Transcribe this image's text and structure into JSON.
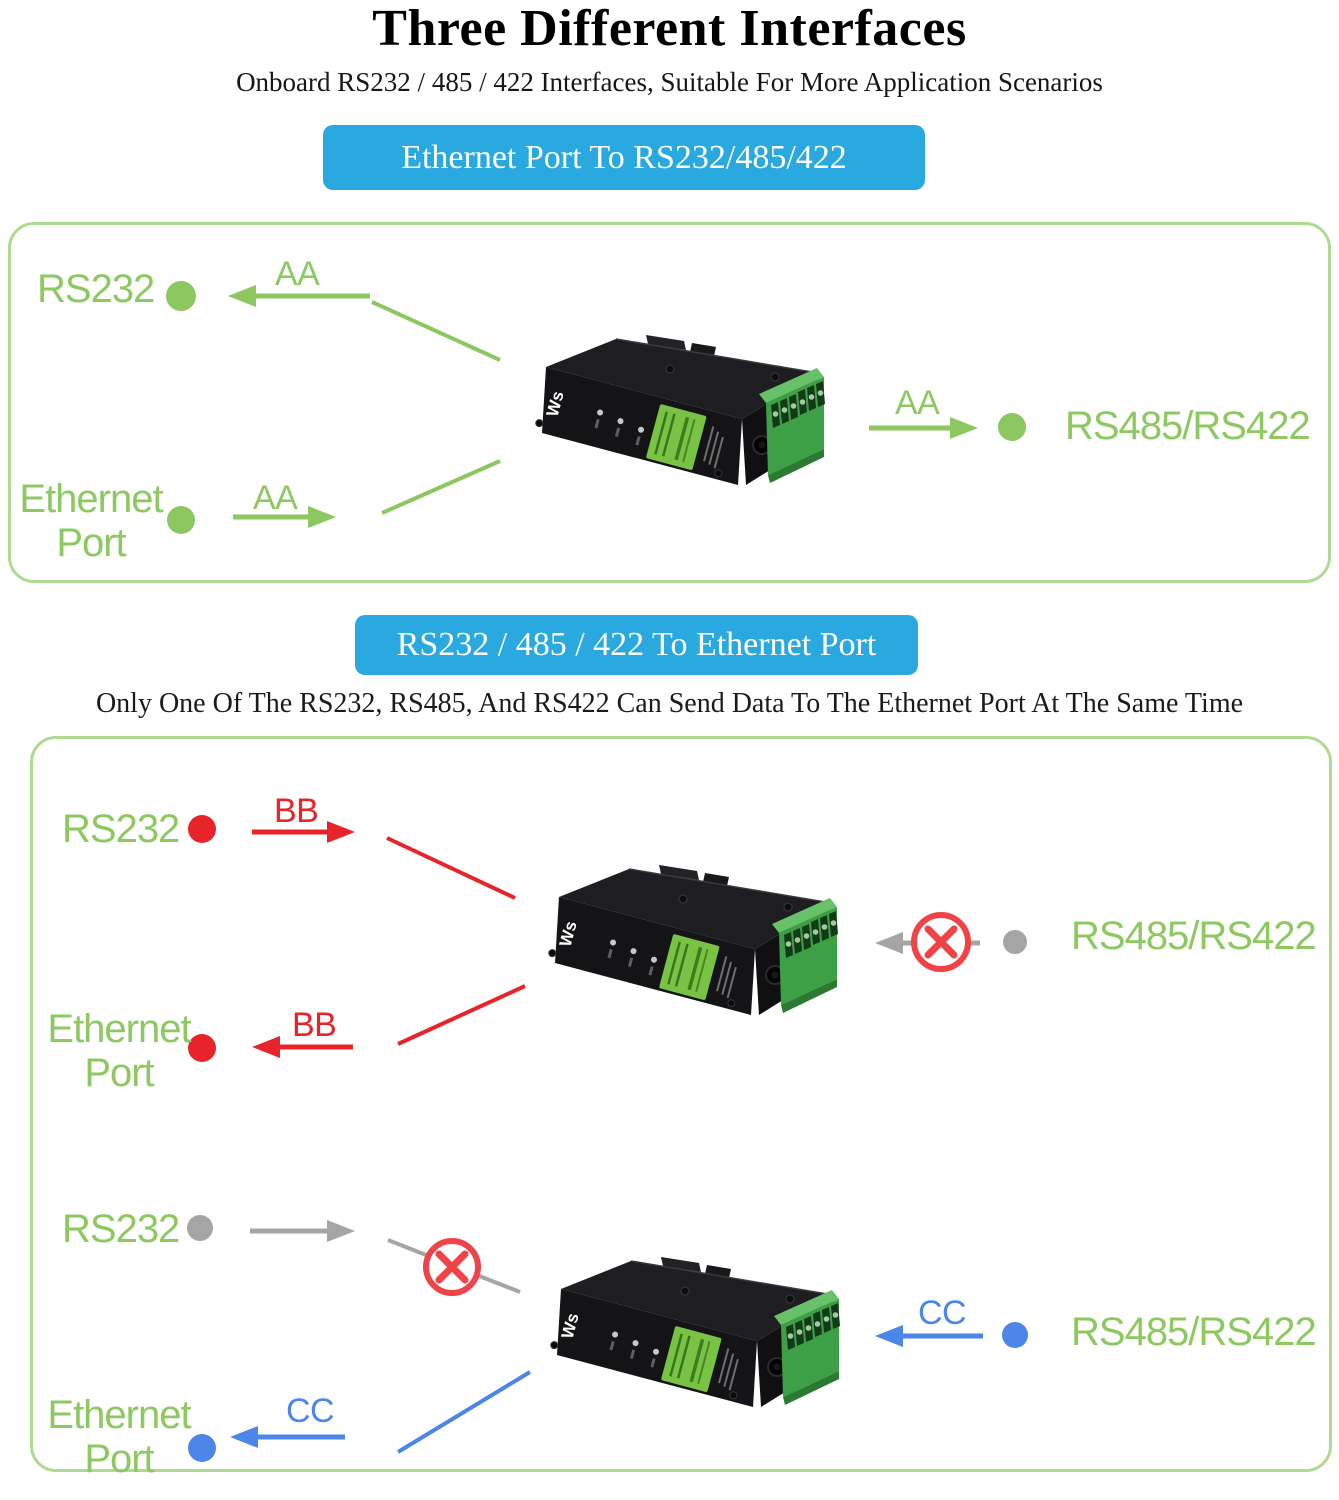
{
  "header": {
    "title": "Three Different Interfaces",
    "subtitle": "Onboard RS232 / 485 / 422 Interfaces, Suitable For More Application Scenarios"
  },
  "banners": {
    "first": "Ethernet Port To RS232/485/422",
    "second": "RS232 / 485 / 422 To Ethernet Port"
  },
  "note": "Only One Of The RS232, RS485, And RS422 Can Send Data To The Ethernet Port At The Same Time",
  "device": {
    "logo": "Ws"
  },
  "diagrams": [
    {
      "name": "ethernet-to-serial",
      "rs232": "RS232",
      "ethernet": [
        "Ethernet",
        "Port"
      ],
      "rs485": "RS485/RS422",
      "flow": "AA"
    },
    {
      "name": "rs232-to-ethernet",
      "rs232": "RS232",
      "ethernet": [
        "Ethernet",
        "Port"
      ],
      "rs485": "RS485/RS422",
      "flow": "BB"
    },
    {
      "name": "rs485-to-ethernet",
      "rs232": "RS232",
      "ethernet": [
        "Ethernet",
        "Port"
      ],
      "rs485": "RS485/RS422",
      "flow": "CC"
    }
  ],
  "colors": {
    "green_label": "#8DC861",
    "green_arrow": "#8CC75F",
    "box_border": "#AEDA92",
    "banner_bg": "#29A9E0",
    "red": "#E8242B",
    "x_red": "#EF4348",
    "gray": "#A5A5A5",
    "blue": "#4B86E8",
    "device_body": "#1E1E22",
    "device_face": "#141417",
    "device_end": "#101013",
    "terminal": "#3EA046",
    "terminal_top": "#66C169",
    "sticker": "#79C344"
  }
}
